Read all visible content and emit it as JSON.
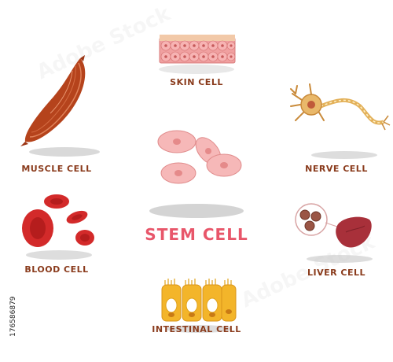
{
  "title": "STEM CELL",
  "cells": [
    {
      "label": "SKIN CELL"
    },
    {
      "label": "MUSCLE CELL"
    },
    {
      "label": "NERVE CELL"
    },
    {
      "label": "BLOOD CELL"
    },
    {
      "label": "LIVER CELL"
    },
    {
      "label": "INTESTINAL CELL"
    }
  ],
  "image_id": "176586879",
  "watermark_text": "Adobe Stock",
  "colors": {
    "label": "#8a3b1c",
    "title": "#e8566a",
    "muscle": "#b5431c",
    "blood": "#d32a2a",
    "skin": "#f4a7a7",
    "stem": "#f6b8b8",
    "nerve": "#e3b15a",
    "liver": "#a8303a",
    "intestinal": "#f3b52a"
  }
}
